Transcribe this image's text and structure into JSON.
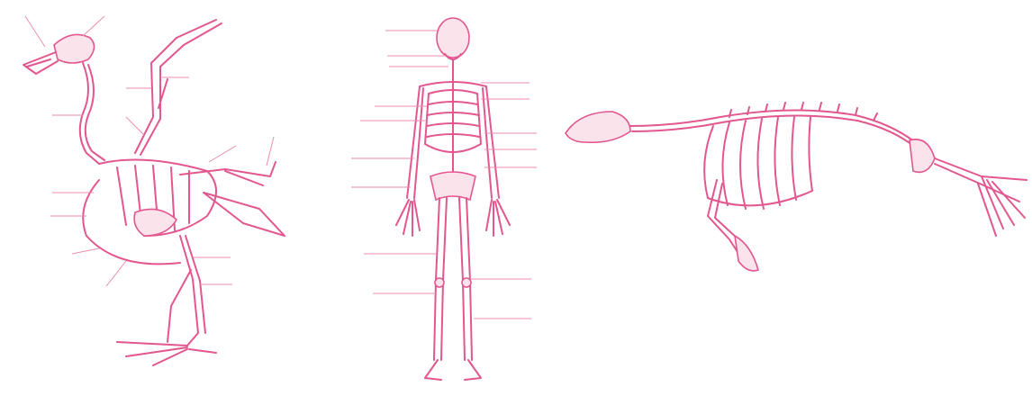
{
  "colors": {
    "ink": "#e2578f",
    "ink_light": "#ec8db2"
  },
  "panels": [
    {
      "id": "bird-skeleton",
      "subject": "bird"
    },
    {
      "id": "human-skeleton",
      "subject": "human"
    },
    {
      "id": "seal-skeleton",
      "subject": "seal"
    }
  ]
}
